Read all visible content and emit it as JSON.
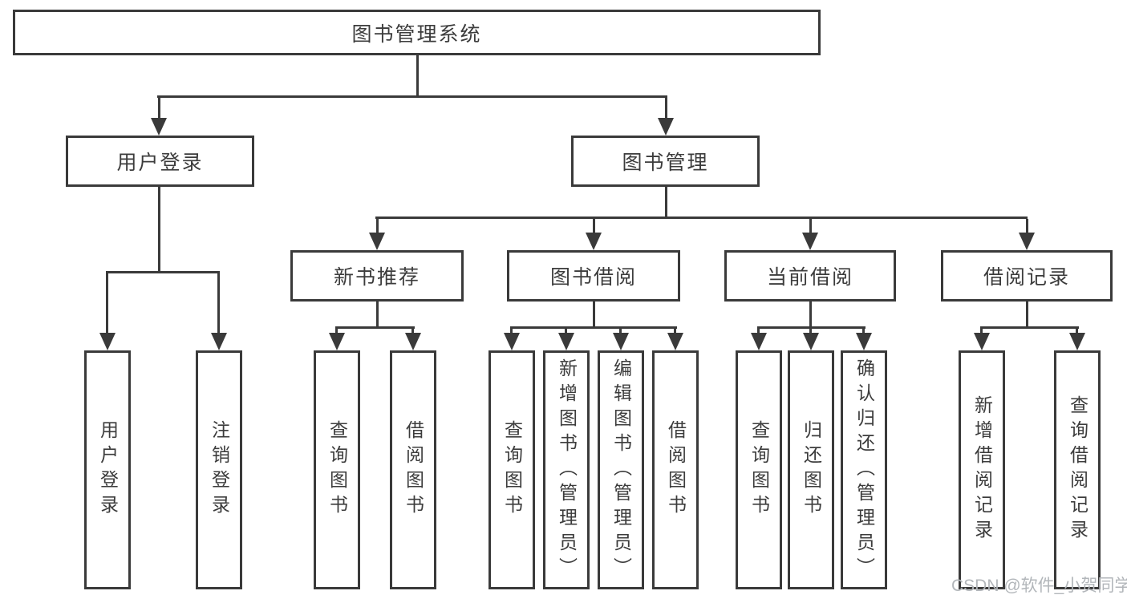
{
  "diagram": {
    "root": {
      "label": "图书管理系统"
    },
    "branches": [
      {
        "label": "用户登录",
        "children": [
          {
            "label": "用户登录"
          },
          {
            "label": "注销登录"
          }
        ]
      },
      {
        "label": "图书管理",
        "children": [
          {
            "label": "新书推荐",
            "children": [
              {
                "label": "查询图书"
              },
              {
                "label": "借阅图书"
              }
            ]
          },
          {
            "label": "图书借阅",
            "children": [
              {
                "label": "查询图书"
              },
              {
                "label": "新增图书（管理员）"
              },
              {
                "label": "编辑图书（管理员）"
              },
              {
                "label": "借阅图书"
              }
            ]
          },
          {
            "label": "当前借阅",
            "children": [
              {
                "label": "查询图书"
              },
              {
                "label": "归还图书"
              },
              {
                "label": "确认归还（管理员）"
              }
            ]
          },
          {
            "label": "借阅记录",
            "children": [
              {
                "label": "新增借阅记录"
              },
              {
                "label": "查询借阅记录"
              }
            ]
          }
        ]
      }
    ]
  },
  "watermark": {
    "text": "CSDN @软件_小贺同学"
  },
  "colors": {
    "line": "#3a3a3a",
    "text": "#3c3c3c",
    "background": "#ffffff",
    "watermark": "#b2b6ba"
  }
}
